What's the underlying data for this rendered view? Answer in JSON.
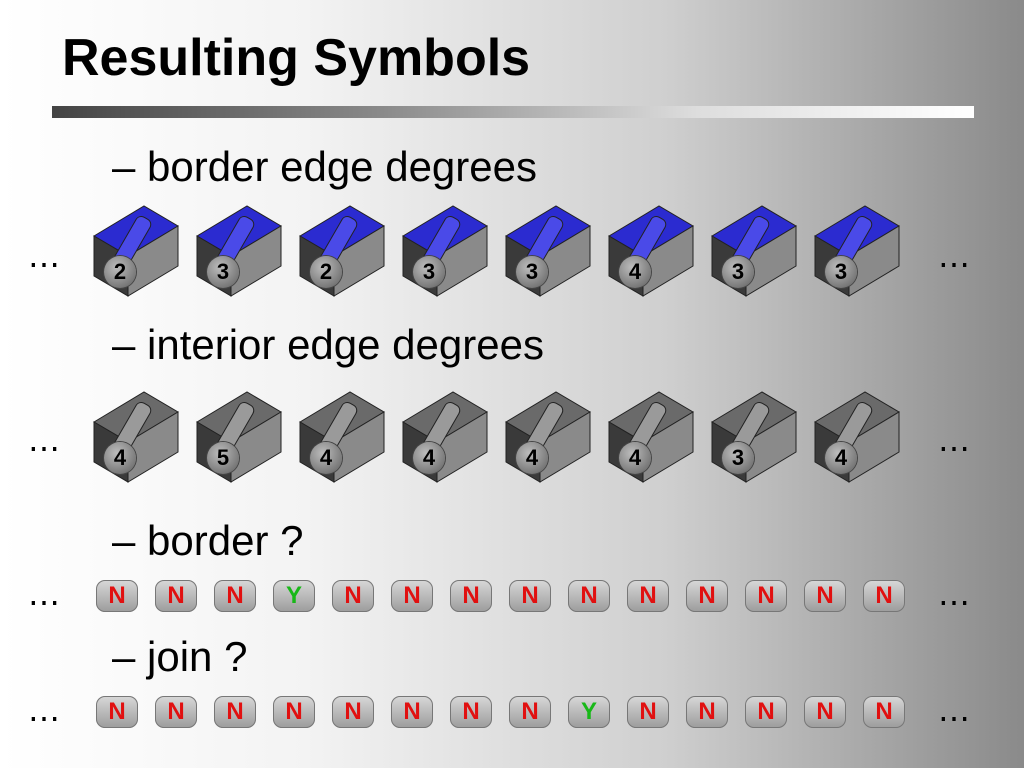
{
  "slide": {
    "title": "Resulting Symbols",
    "ellipsis": "⋯"
  },
  "sections": {
    "border_degrees": "– border edge degrees",
    "interior_degrees": "– interior edge degrees",
    "border_q": "– border ?",
    "join_q": "– join ?"
  },
  "border_edge_degrees": [
    "2",
    "3",
    "2",
    "3",
    "3",
    "4",
    "3",
    "3"
  ],
  "interior_edge_degrees": [
    "4",
    "5",
    "4",
    "4",
    "4",
    "4",
    "3",
    "4"
  ],
  "border_flags": [
    "N",
    "N",
    "N",
    "Y",
    "N",
    "N",
    "N",
    "N",
    "N",
    "N",
    "N",
    "N",
    "N",
    "N"
  ],
  "join_flags": [
    "N",
    "N",
    "N",
    "N",
    "N",
    "N",
    "N",
    "N",
    "Y",
    "N",
    "N",
    "N",
    "N",
    "N"
  ],
  "colors": {
    "no": "#e11010",
    "yes": "#18b818",
    "blue_tile": "#2b2bd0",
    "gray_tile": "#6a6a6a"
  }
}
